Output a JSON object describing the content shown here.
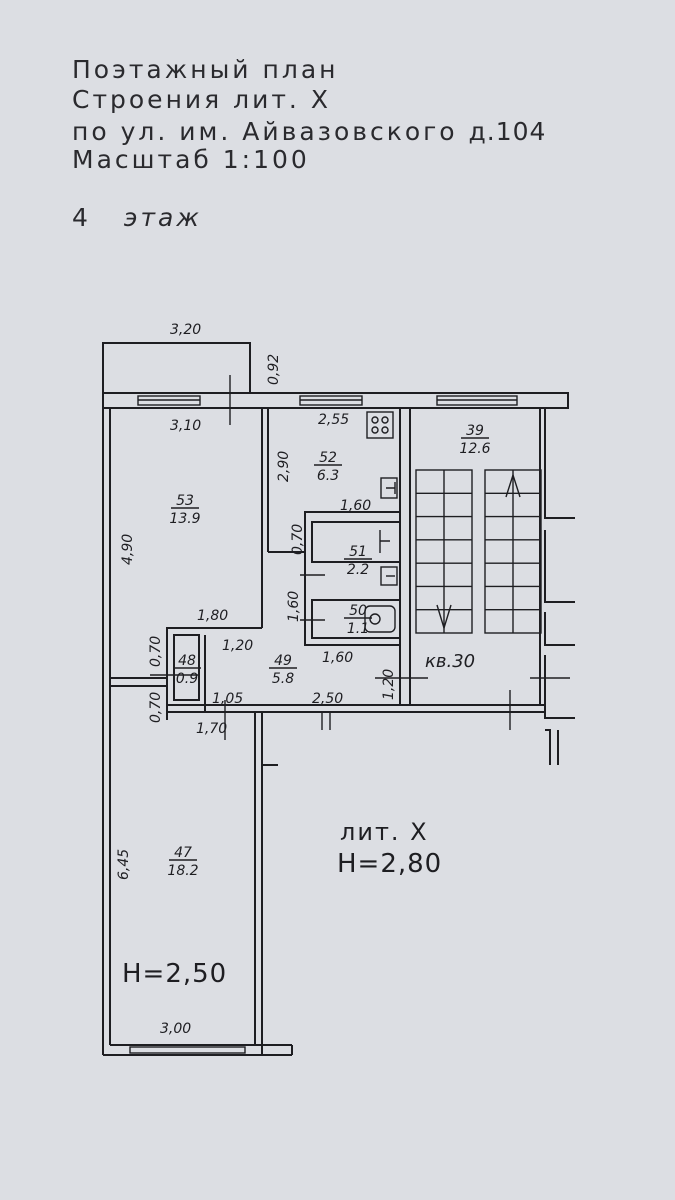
{
  "title": {
    "line1": "Поэтажный план",
    "line2": "Строения лит. Х",
    "line3": "по ул. им. Айвазовского",
    "house": "д.104",
    "scale": "Масштаб 1:100",
    "floor_number": "4",
    "floor_label": "этаж"
  },
  "dimensions": {
    "balcony_width": "3,20",
    "balcony_depth": "0,92",
    "r53_width": "3,10",
    "r53_length": "4,90",
    "r53_inner": "1,80",
    "kitchen_width": "2,55",
    "kitchen_length": "2,90",
    "bath_width": "1,60",
    "step_070": "0,70",
    "bath_len": "1,60",
    "corr_120": "1,20",
    "corr_160": "1,60",
    "corr_120v": "1,20",
    "corr_250": "2,50",
    "closet_070a": "0,70",
    "closet_070b": "0,70",
    "closet_105": "1,05",
    "corr_170": "1,70",
    "r47_length": "6,45",
    "r47_width": "3,00"
  },
  "rooms": [
    {
      "number": "53",
      "area": "13.9"
    },
    {
      "number": "52",
      "area": "6.3"
    },
    {
      "number": "51",
      "area": "2.2"
    },
    {
      "number": "50",
      "area": "1.1"
    },
    {
      "number": "48",
      "area": "0.9"
    },
    {
      "number": "49",
      "area": "5.8"
    },
    {
      "number": "47",
      "area": "18.2"
    },
    {
      "number": "39",
      "area": "12.6"
    }
  ],
  "labels": {
    "apartment": "кв.30",
    "liter": "лит. Х",
    "height_building": "Н=2,80",
    "height_room": "Н=2,50"
  }
}
